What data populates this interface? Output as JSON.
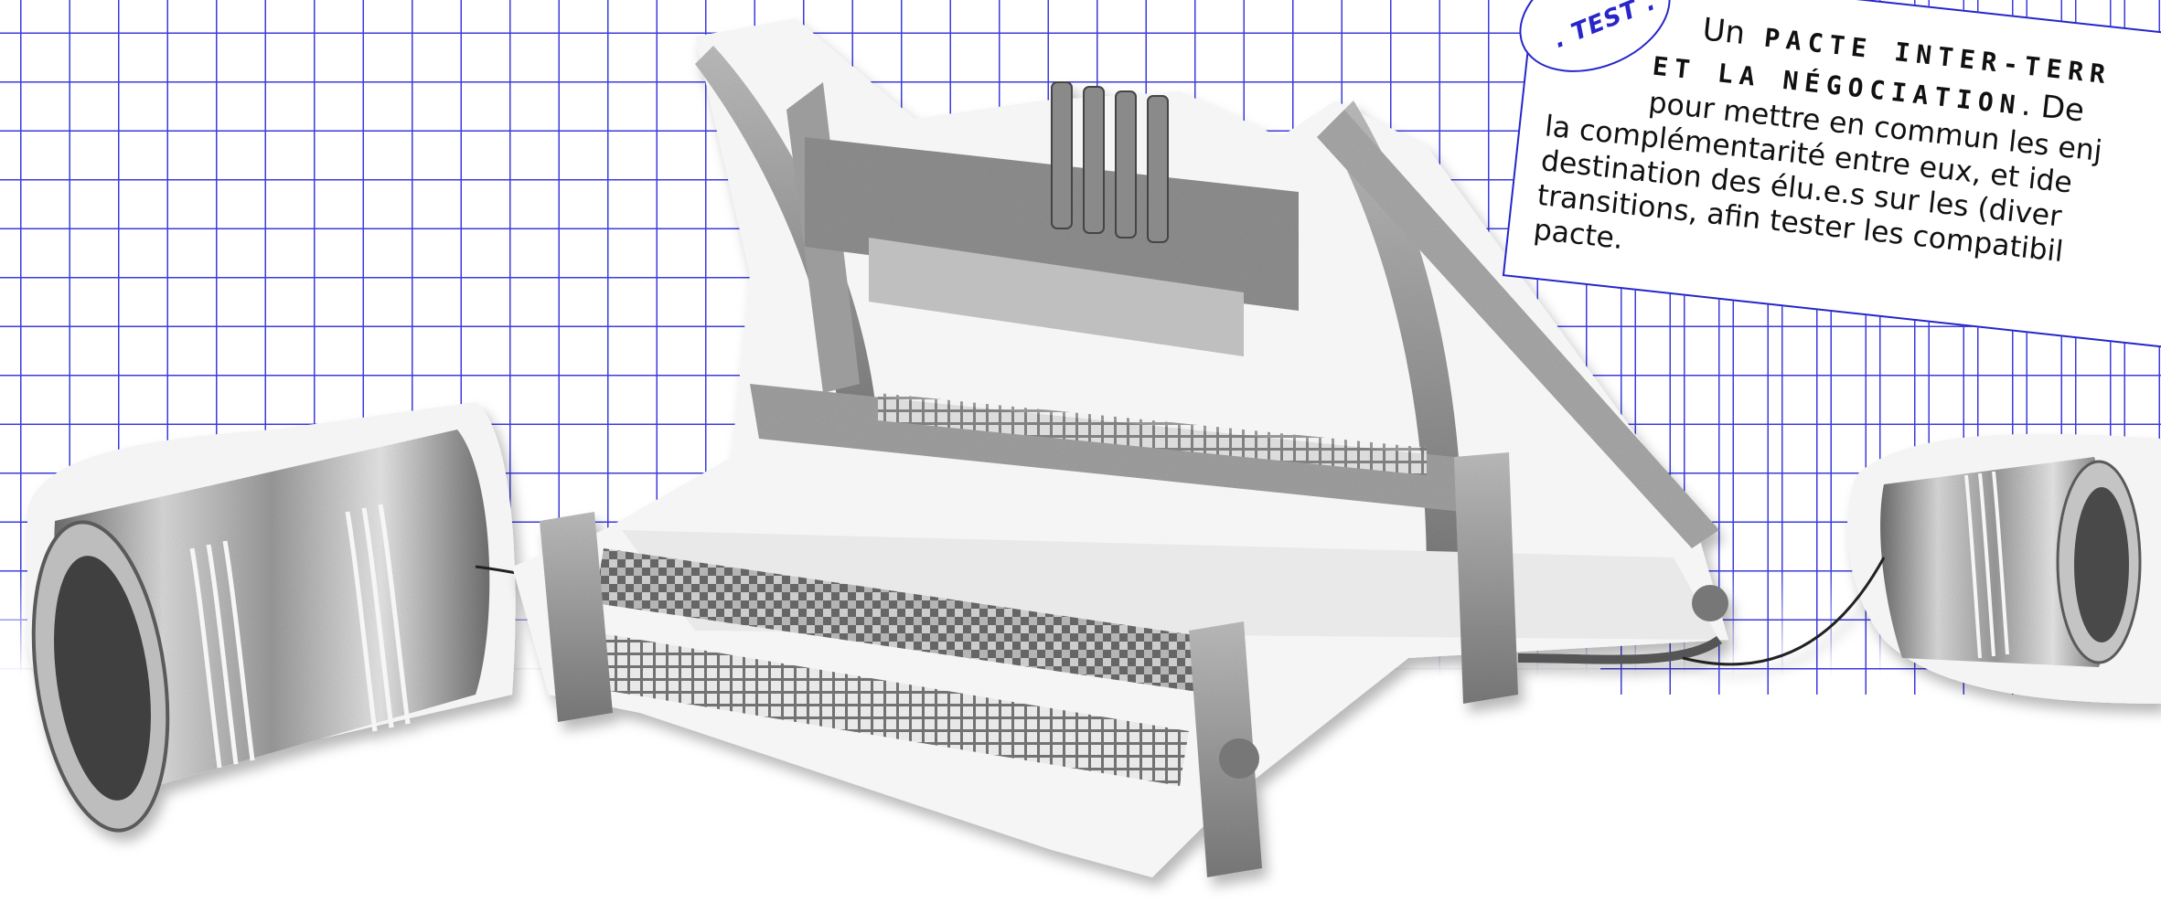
{
  "note": {
    "badge": ". TEST .",
    "intro_word": "Un",
    "heading_line1": "PACTE  INTER-TERR",
    "heading_line2": "ET  LA  NÉGOCIATION",
    "heading_tail": ". De",
    "body_lines": [
      "pour mettre en commun les enj",
      "la complémentarité entre eux, et ide",
      "destination des élu.e.s sur les (diver",
      "transitions, afin tester les compatibil",
      "pacte."
    ]
  },
  "colors": {
    "accent": "#2626c9",
    "grid": "#3b3bdc",
    "text": "#111111"
  },
  "icons": [
    "tin-can-left-icon",
    "weaving-loom-icon",
    "tin-can-right-icon"
  ]
}
